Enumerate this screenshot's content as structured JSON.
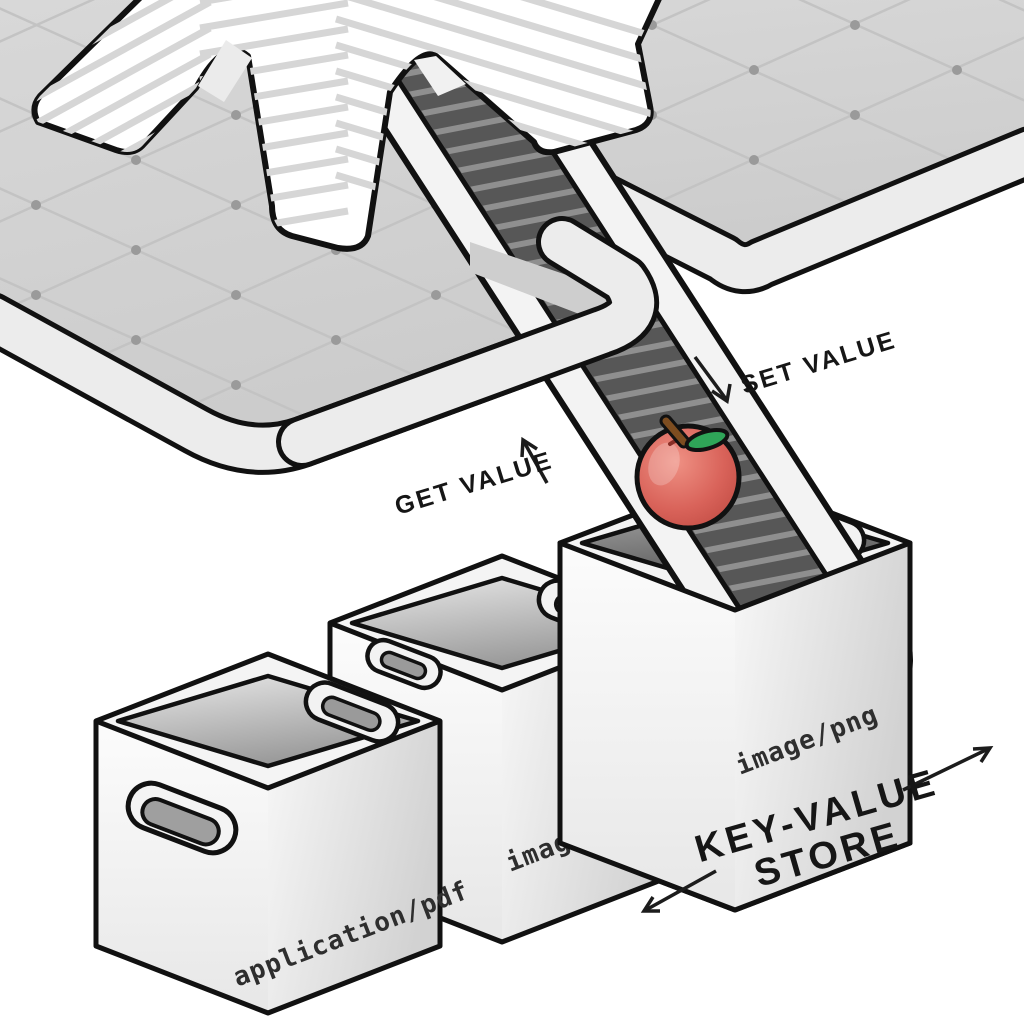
{
  "diagram": {
    "annotations": {
      "set_value": "SET VALUE",
      "get_value": "GET VALUE",
      "store_title_line1": "KEY-VALUE",
      "store_title_line2": "STORE"
    },
    "bins": [
      {
        "key": "application/pdf"
      },
      {
        "key": "image/jpeg"
      },
      {
        "key": "image/png"
      }
    ],
    "icons": {
      "apple": "apple-icon",
      "conveyor": "conveyor-belt",
      "machine": "striped-machine-tower",
      "platform": "isometric-grid-platform"
    },
    "colors": {
      "apple_red": "#d9635a",
      "leaf_green": "#2fa558",
      "stem_brown": "#7d4d20",
      "platform_gray": "#d3d3d3",
      "belt_gray": "#575757",
      "outline_black": "#111111"
    }
  }
}
